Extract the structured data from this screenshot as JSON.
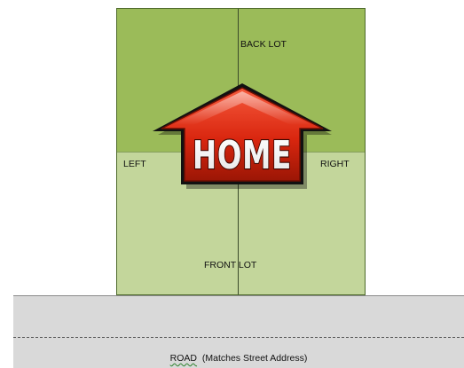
{
  "colors": {
    "back_lot": "#9bbb59",
    "front_lot": "#c3d69b",
    "road": "#d9d9d9",
    "home_red": "#d9260f",
    "home_red_dark": "#8e1306"
  },
  "labels": {
    "back_lot": "BACK LOT",
    "front_lot": "FRONT LOT",
    "left": "LEFT",
    "right": "RIGHT"
  },
  "home_logo": {
    "text": "HOME",
    "icon": "house-roof-icon"
  },
  "road": {
    "word": "ROAD",
    "note": "(Matches Street Address)"
  }
}
